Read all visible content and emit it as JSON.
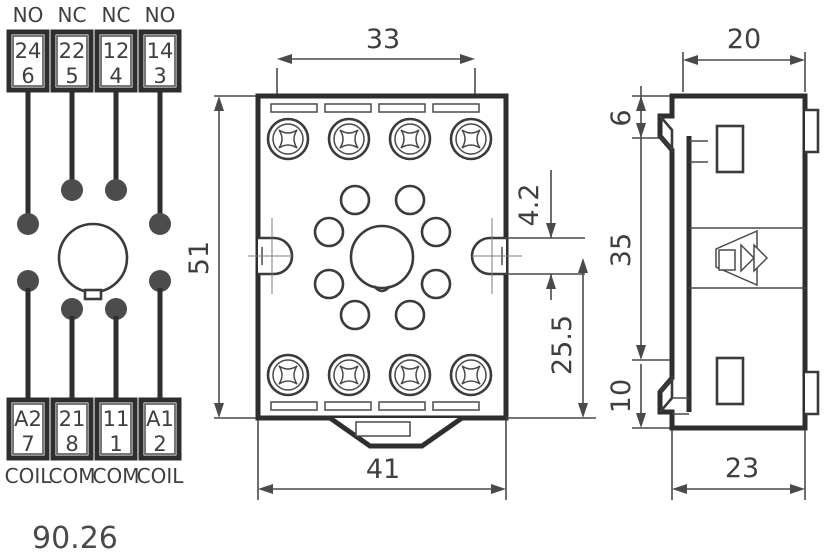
{
  "drawing": {
    "part_number": "90.26",
    "views": [
      "wiring-diagram",
      "top-view",
      "side-view"
    ]
  },
  "wiring": {
    "top_contacts": [
      {
        "type": "NO",
        "upper": "24",
        "lower": "6"
      },
      {
        "type": "NC",
        "upper": "22",
        "lower": "5"
      },
      {
        "type": "NC",
        "upper": "12",
        "lower": "4"
      },
      {
        "type": "NO",
        "upper": "14",
        "lower": "3"
      }
    ],
    "bottom_contacts": [
      {
        "upper": "A2",
        "lower": "7",
        "function": "COIL"
      },
      {
        "upper": "21",
        "lower": "8",
        "function": "COM"
      },
      {
        "upper": "11",
        "lower": "1",
        "function": "COM"
      },
      {
        "upper": "A1",
        "lower": "2",
        "function": "COIL"
      }
    ]
  },
  "dimensions": {
    "top_view_width_inner": "33",
    "top_view_width_outer": "41",
    "top_view_height": "51",
    "lug_gap": "4.2",
    "lug_offset": "25.5",
    "side_view_depth_upper": "20",
    "side_view_depth_lower": "23",
    "side_view_top_step": "6",
    "side_view_body_height": "35",
    "side_view_bottom_step": "10"
  },
  "colors": {
    "line": "#3b3b3b",
    "heavy_line": "#2e2e2e",
    "text": "#3f3f3f",
    "fill": "#ffffff",
    "pin_dot": "#4c4c4c"
  }
}
